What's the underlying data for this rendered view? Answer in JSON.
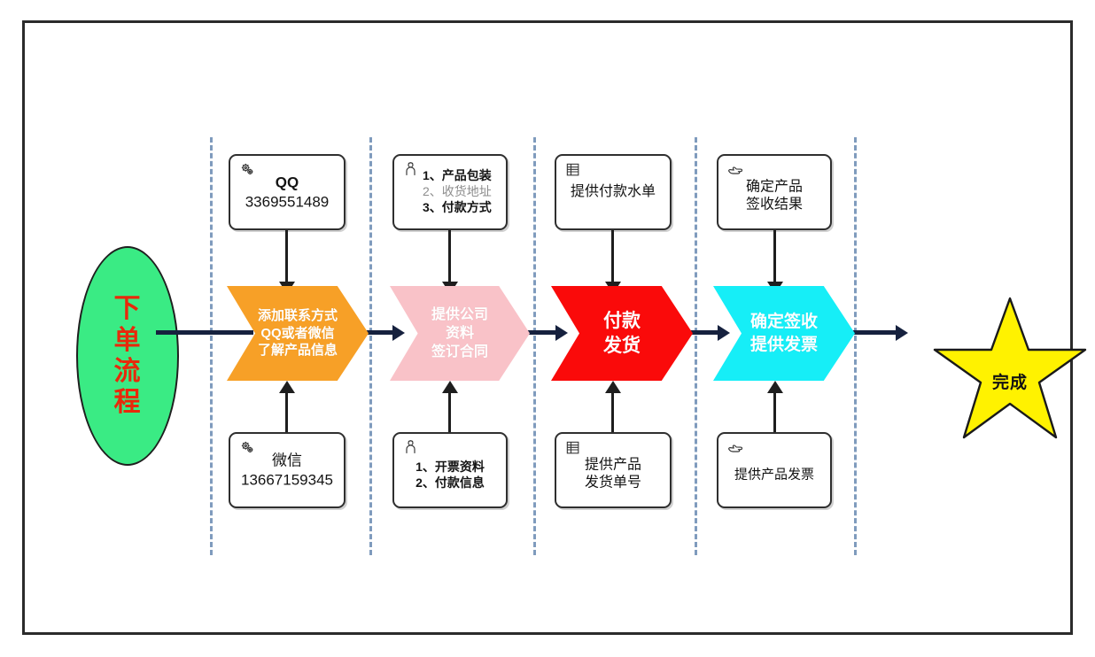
{
  "diagram": {
    "title": "下单流程",
    "start": {
      "label": "下单流程",
      "shape": "ellipse",
      "fill": "#3AEB84",
      "text_color": "#E8290B"
    },
    "finish": {
      "label": "完成",
      "shape": "star",
      "fill": "#FFF200",
      "text_color": "#121212"
    },
    "colors": {
      "connector": "#16213e",
      "divider": "#7f9bbd",
      "frame": "#2b2b2b",
      "step1": "#F7A027",
      "step2": "#F9C2C8",
      "step3": "#FA0A0A",
      "step4": "#16EEF7"
    },
    "steps": [
      {
        "key": "contact",
        "fill": "#F7A027",
        "lines": [
          "添加联系方式",
          "QQ或者微信",
          "了解产品信息"
        ],
        "top_note": {
          "icon": "gears-icon",
          "lines": [
            {
              "text": "QQ",
              "style": "bold"
            },
            {
              "text": "3369551489",
              "style": "normal"
            }
          ]
        },
        "bottom_note": {
          "icon": "gears-icon",
          "lines": [
            {
              "text": "微信",
              "style": "normal"
            },
            {
              "text": "13667159345",
              "style": "normal"
            }
          ]
        }
      },
      {
        "key": "contract",
        "fill": "#F9C2C8",
        "lines": [
          "提供公司",
          "资料",
          "签订合同"
        ],
        "top_note": {
          "icon": "person-icon",
          "lines": [
            {
              "text": "1、产品包装",
              "style": "bold"
            },
            {
              "text": "2、收货地址",
              "style": "gray"
            },
            {
              "text": "3、付款方式",
              "style": "bold"
            }
          ]
        },
        "bottom_note": {
          "icon": "person-icon",
          "lines": [
            {
              "text": "1、开票资料",
              "style": "bold"
            },
            {
              "text": "2、付款信息",
              "style": "bold"
            }
          ]
        }
      },
      {
        "key": "payment",
        "fill": "#FA0A0A",
        "lines": [
          "付款",
          "发货"
        ],
        "top_note": {
          "icon": "document-list-icon",
          "lines": [
            {
              "text": "提供付款水单",
              "style": "normal"
            }
          ]
        },
        "bottom_note": {
          "icon": "document-list-icon",
          "lines": [
            {
              "text": "提供产品",
              "style": "normal"
            },
            {
              "text": "发货单号",
              "style": "normal"
            }
          ]
        }
      },
      {
        "key": "receipt",
        "fill": "#16EEF7",
        "lines": [
          "确定签收",
          "提供发票"
        ],
        "top_note": {
          "icon": "pointing-hand-icon",
          "lines": [
            {
              "text": "确定产品",
              "style": "normal"
            },
            {
              "text": "签收结果",
              "style": "normal"
            }
          ]
        },
        "bottom_note": {
          "icon": "pointing-hand-icon",
          "lines": [
            {
              "text": "提供产品发票",
              "style": "normal"
            }
          ]
        }
      }
    ]
  }
}
